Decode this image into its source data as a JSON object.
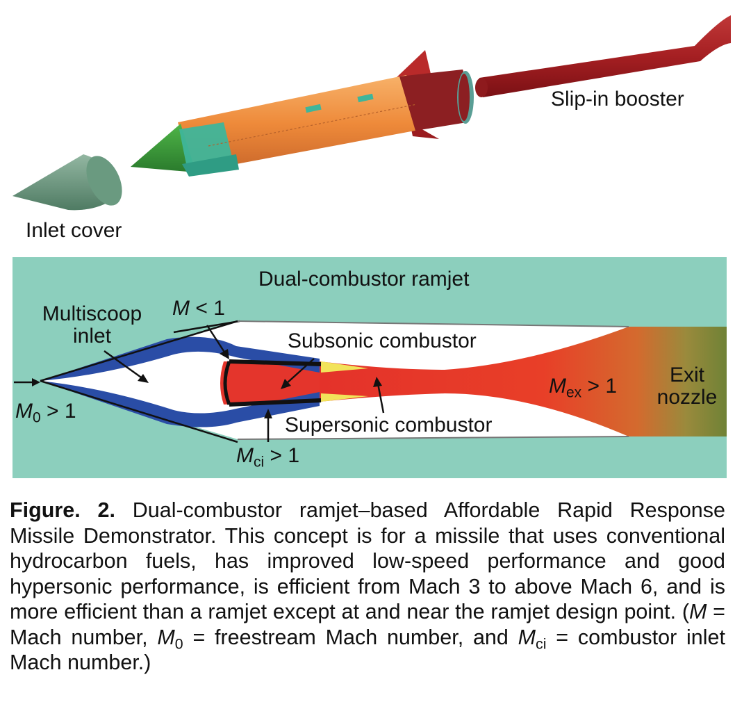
{
  "top_labels": {
    "slip_in_booster": "Slip-in booster",
    "inlet_cover": "Inlet cover"
  },
  "ramjet": {
    "title": "Dual-combustor ramjet",
    "multiscoop_line1": "Multiscoop",
    "multiscoop_line2": "inlet",
    "m_lt_1": {
      "sym": "M",
      "rest": " < 1"
    },
    "subsonic_combustor": "Subsonic combustor",
    "supersonic_combustor": "Supersonic combustor",
    "m0": {
      "sym": "M",
      "sub": "0",
      "rest": " > 1"
    },
    "mci": {
      "sym": "M",
      "sub": "ci",
      "rest": " > 1"
    },
    "mex": {
      "sym": "M",
      "sub": "ex",
      "rest": " > 1"
    },
    "exit_line1": "Exit",
    "exit_line2": "nozzle"
  },
  "caption": {
    "figure_number": "Figure. 2.",
    "text1": " Dual-combustor ramjet–based Affordable Rapid Response Missile Demonstrator. This concept is for a missile that uses conventional hydrocarbon fuels, has improved low-speed performance and good hypersonic performance, is efficient from Mach 3 to above Mach 6, and is more efficient than a ramjet except at and near the ramjet design point. (",
    "m_sym": "M",
    "text2": " = Mach number, ",
    "m0_sym": "M",
    "m0_sub": "0",
    "text3": " = freestream Mach number, and ",
    "mci_sym": "M",
    "mci_sub": "ci",
    "text4": " = combustor inlet Mach number.)"
  }
}
